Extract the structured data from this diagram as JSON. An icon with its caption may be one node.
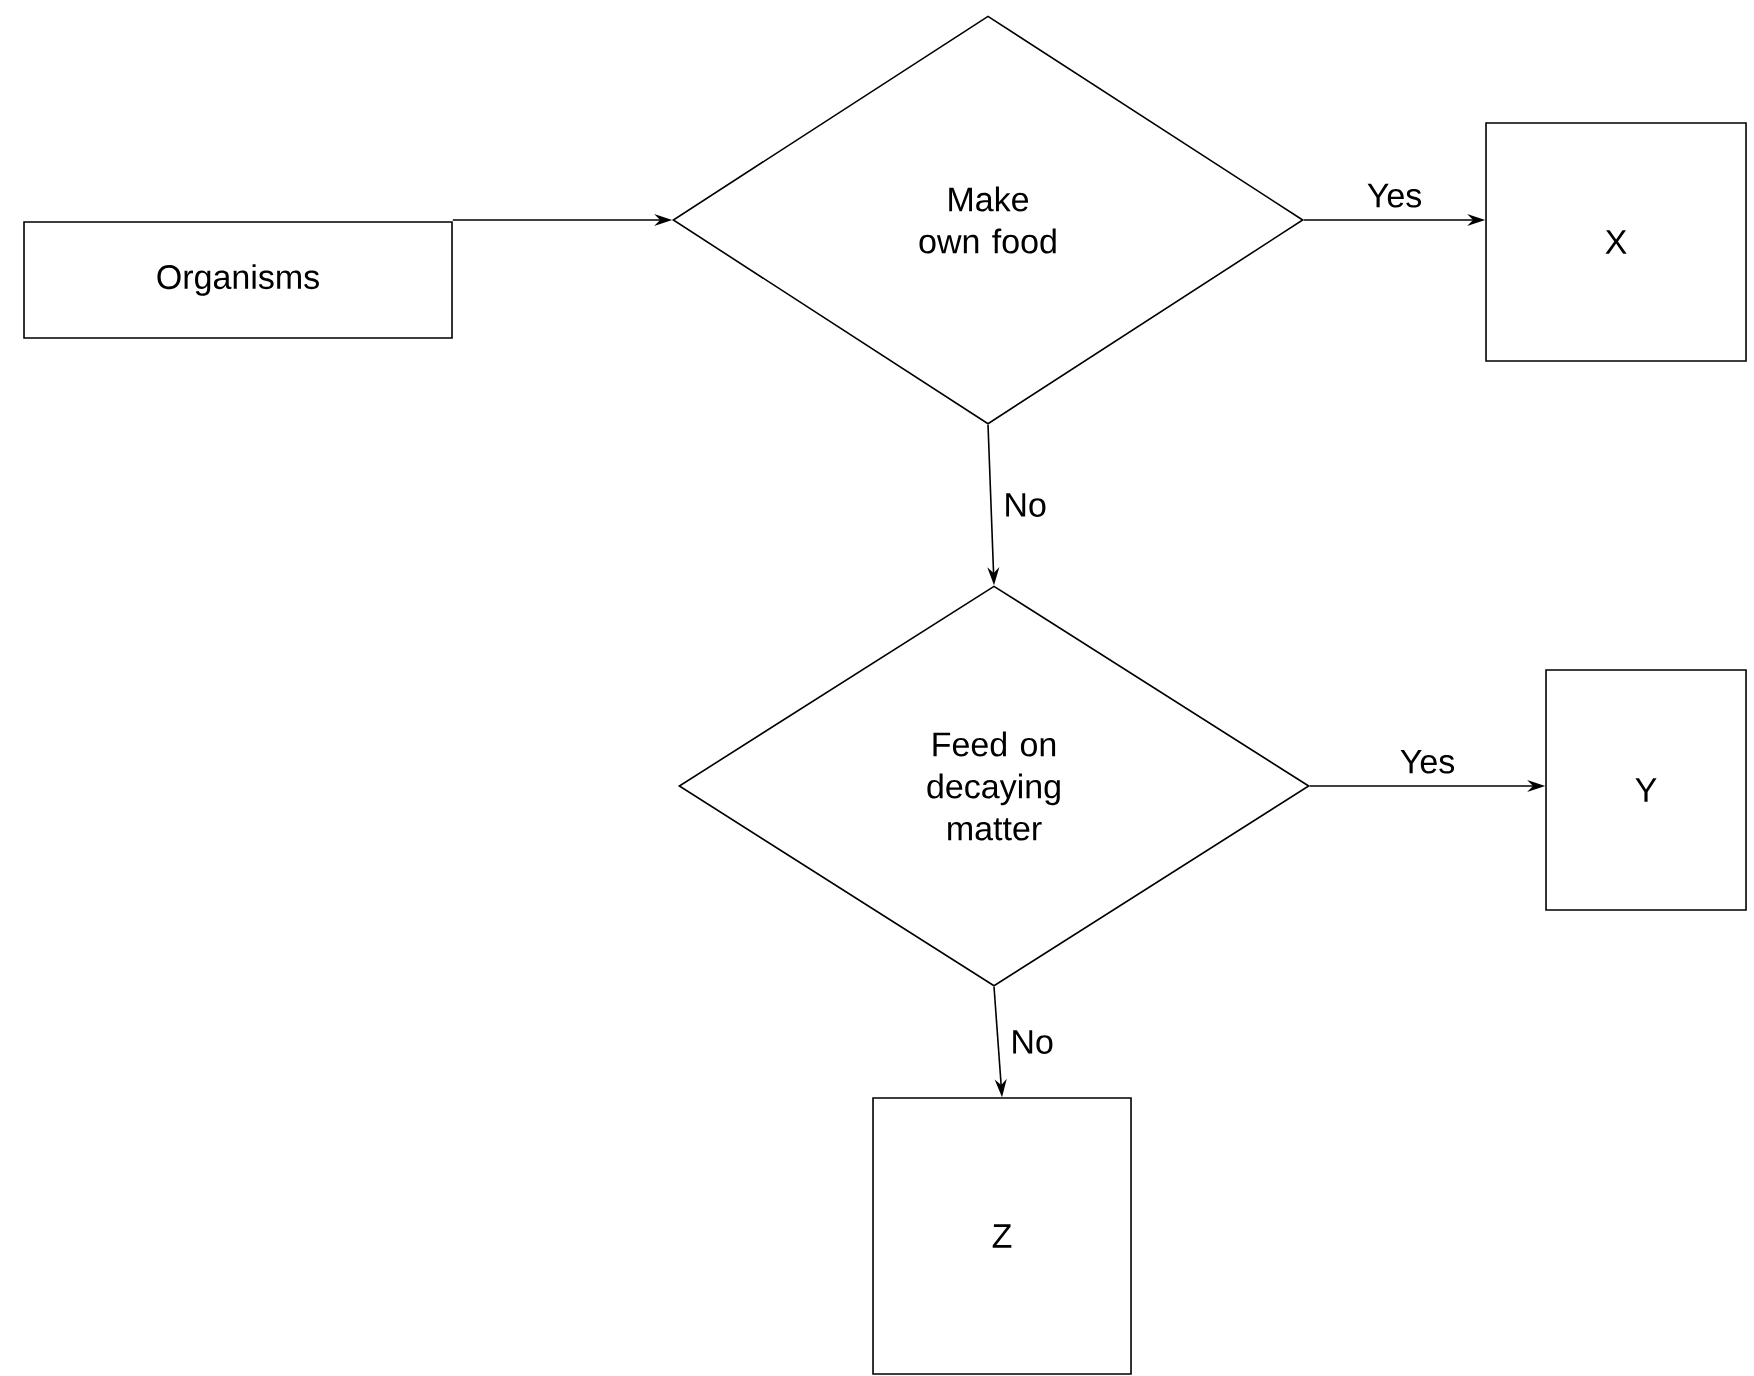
{
  "diagram": {
    "nodes": [
      {
        "text": [
          "Organisms"
        ]
      },
      {
        "text": [
          "Make own food"
        ]
      },
      {
        "text": [
          "X"
        ]
      },
      {
        "text": [
          "Feed on decaying matter"
        ]
      },
      {
        "text": [
          "Y"
        ]
      },
      {
        "text": [
          "Z"
        ]
      }
    ],
    "edges": [
      {
        "from": 0,
        "to": 1,
        "arrow": "to"
      },
      {
        "from": 1,
        "to": 2,
        "arrow": "to",
        "label": "Yes"
      },
      {
        "from": 1,
        "to": 3,
        "arrow": "to",
        "label": "No"
      },
      {
        "from": 3,
        "to": 4,
        "arrow": "to",
        "label": "Yes"
      },
      {
        "from": 3,
        "to": 5,
        "arrow": "to",
        "label": "No"
      }
    ]
  }
}
